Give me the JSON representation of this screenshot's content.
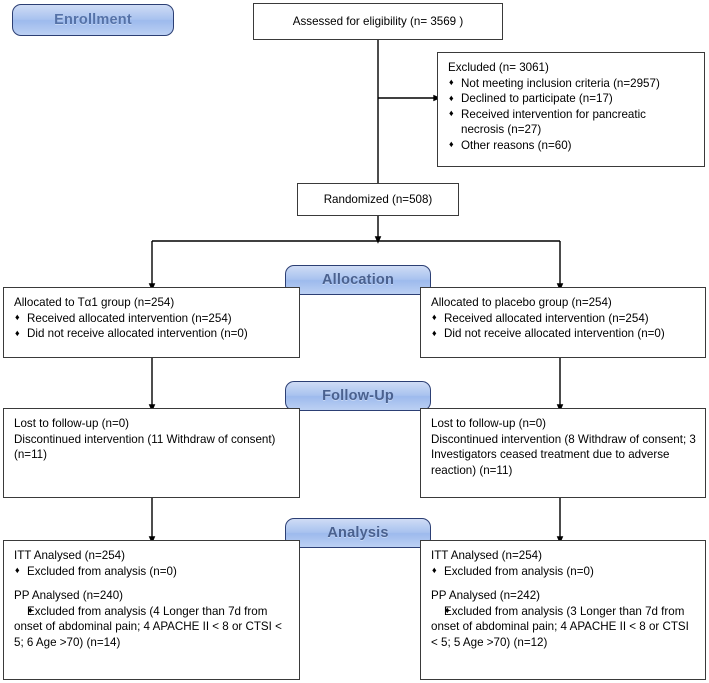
{
  "diagram": {
    "type": "consort-flow-diagram",
    "stages": [
      {
        "id": "enrollment",
        "label": "Enrollment"
      },
      {
        "id": "allocation",
        "label": "Allocation"
      },
      {
        "id": "followup",
        "label": "Follow-Up"
      },
      {
        "id": "analysis",
        "label": "Analysis"
      }
    ],
    "colors": {
      "pill_border": "#2c3f74",
      "pill_fill": "#a8c2ef",
      "pill_text": "#4a618f",
      "box_border": "#3a3a3a",
      "box_fill": "#ffffff",
      "connector": "#000000",
      "page_background": "#ffffff"
    }
  },
  "enrollment": {
    "assessed": {
      "text": "Assessed for eligibility (n= 3569 )"
    },
    "excluded": {
      "heading": "Excluded  (n= 3061)",
      "reasons": [
        "Not meeting inclusion criteria (n=2957)",
        "Declined to participate (n=17)",
        "Received intervention for pancreatic",
        "Other reasons (n=60)"
      ],
      "reason_3_continuation": "necrosis (n=27)"
    },
    "randomized": {
      "text": "Randomized (n=508)"
    }
  },
  "allocation": {
    "left": {
      "heading": "Allocated to Tα1 group (n=254)",
      "items": [
        "Received allocated intervention (n=254)",
        "Did not receive allocated intervention (n=0)"
      ]
    },
    "right": {
      "heading": "Allocated to placebo group (n=254)",
      "items": [
        "Received allocated intervention (n=254)",
        "Did not receive allocated intervention (n=0)"
      ]
    }
  },
  "followup": {
    "left": {
      "line1": "Lost to follow-up (n=0)",
      "line2": "Discontinued intervention (11 Withdraw of consent) (n=11)"
    },
    "right": {
      "line1": "Lost to follow-up (n=0)",
      "line2": "Discontinued intervention (8 Withdraw of consent; 3 Investigators ceased treatment due to adverse reaction) (n=11)"
    }
  },
  "analysis": {
    "left": {
      "itt_heading": "ITT Analysed  (n=254)",
      "itt_item": "Excluded from analysis (n=0)",
      "pp_heading": "PP Analysed  (n=240)",
      "pp_item": "Excluded from analysis (4 Longer than 7d from onset of abdominal pain; 4 APACHE II < 8 or CTSI < 5;  6 Age >70) (n=14)"
    },
    "right": {
      "itt_heading": "ITT Analysed  (n=254)",
      "itt_item": "Excluded from analysis (n=0)",
      "pp_heading": "PP Analysed  (n=242)",
      "pp_item": "Excluded from analysis (3 Longer than 7d from onset of abdominal pain; 4 APACHE II < 8 or CTSI < 5;  5 Age >70) (n=12)"
    }
  }
}
